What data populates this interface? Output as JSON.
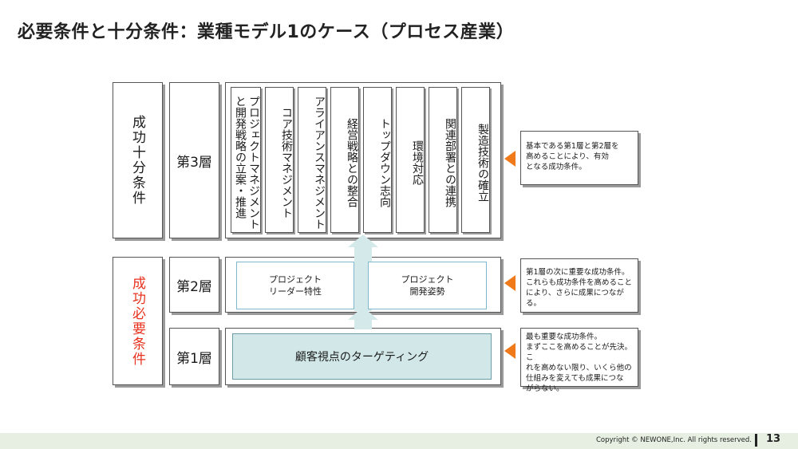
{
  "slide": {
    "title": "必要条件と十分条件：業種モデル1のケース（プロセス産業）"
  },
  "left_groups": {
    "sufficient": "成功十分条件",
    "necessary": "成功必要条件"
  },
  "tiers": {
    "tier3": "第3層",
    "tier2": "第2層",
    "tier1": "第1層"
  },
  "tier3_items": [
    {
      "label": "プロジェクトマネジメント\nと開発戦略の立案・推進"
    },
    {
      "label": "コア技術マネジメント"
    },
    {
      "label": "アライアンスマネジメント"
    },
    {
      "label": "経営戦略との整合"
    },
    {
      "label": "トップダウン志向"
    },
    {
      "label": "環境対応"
    },
    {
      "label": "関連部署との連携"
    },
    {
      "label": "製造技術の確立"
    }
  ],
  "tier2_items": [
    {
      "label": "プロジェクト\nリーダー特性"
    },
    {
      "label": "プロジェクト\n開発姿勢"
    }
  ],
  "tier1_item": "顧客視点のターゲティング",
  "notes": {
    "tier3": "基本である第1層と第2層を\n高めることにより、有効\nとなる成功条件。",
    "tier2": "第1層の次に重要な成功条件。\nこれらも成功条件を高めること\nにより、さらに成果につながる。",
    "tier1": "最も重要な成功条件。\nまずここを高めることが先決。こ\nれを高めない限り、いくら他の\n仕組みを変えても成果につな\nがらない。"
  },
  "colors": {
    "accent_red": "#e8321e",
    "pointer_orange": "#f07a1a",
    "arrow_fill": "#d4e9e9",
    "tier1_fill": "#d2e8e8",
    "footer_bg": "#e6efe1"
  },
  "footer": {
    "copyright": "Copyright © NEWONE,Inc.  All rights reserved.",
    "page_number": "13"
  }
}
